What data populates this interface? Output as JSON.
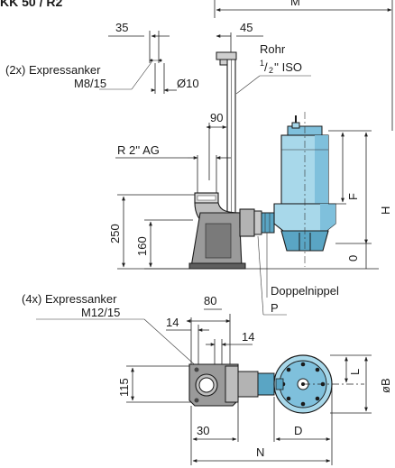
{
  "title": "KK 50 / R2",
  "colors": {
    "pump_blue": "#a8d8ea",
    "pump_blue_dark": "#5aa5c4",
    "pump_blue_shade": "#7fc0dc",
    "base_gray": "#9a9a9a",
    "base_gray_dark": "#5e5e5e",
    "line": "#1a1a1a",
    "white": "#ffffff"
  },
  "side_view": {
    "dim_m": "M",
    "dim_45": "45",
    "dim_35": "35",
    "anchor_top_label_1": "(2x) Expressanker",
    "anchor_top_label_2": "M8/15",
    "dim_o10": "Ø10",
    "rohr_label_1": "Rohr",
    "rohr_label_2_sup": "1",
    "rohr_label_2_mid": "/",
    "rohr_label_2_sub": "2",
    "rohr_label_2_rest": "'' ISO",
    "dim_90": "90",
    "r2_label": "R 2'' AG",
    "dim_250": "250",
    "dim_160": "160",
    "dim_f": "F",
    "dim_h": "H",
    "dim_0": "0",
    "doppelnippel": "Doppelnippel",
    "p_label": "P"
  },
  "top_view": {
    "anchor_label_1": "(4x) Expressanker",
    "anchor_label_2": "M12/15",
    "dim_80": "80",
    "dim_14a": "14",
    "dim_14b": "14",
    "dim_115": "115",
    "dim_l": "L",
    "dim_ob": "øB",
    "dim_30": "30",
    "dim_d": "D",
    "dim_n": "N"
  }
}
